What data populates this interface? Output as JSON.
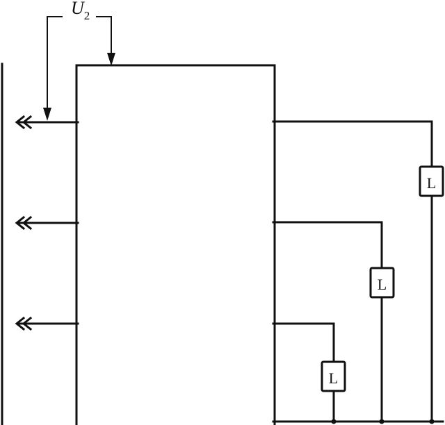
{
  "voltage": {
    "symbol": "U",
    "subscript": "2"
  },
  "loads": [
    {
      "label": "L"
    },
    {
      "label": "L"
    },
    {
      "label": "L"
    }
  ],
  "colors": {
    "line": "#111111",
    "background": "#ffffff"
  }
}
